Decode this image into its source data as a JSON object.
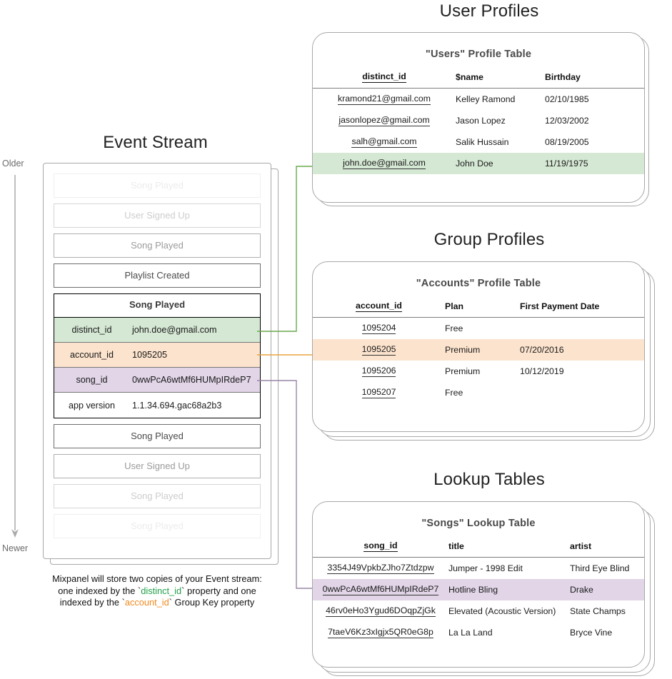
{
  "sections": {
    "event_stream_title": "Event Stream",
    "user_profiles_title": "User Profiles",
    "group_profiles_title": "Group Profiles",
    "lookup_tables_title": "Lookup Tables"
  },
  "timeline": {
    "older_label": "Older",
    "newer_label": "Newer"
  },
  "event_stream": {
    "events_above": [
      {
        "label": "Song Played",
        "fade": "ev-fade3"
      },
      {
        "label": "User Signed Up",
        "fade": "ev-fade2"
      },
      {
        "label": "Song Played",
        "fade": "ev-fade1"
      },
      {
        "label": "Playlist Created",
        "fade": ""
      }
    ],
    "expanded_event": {
      "title": "Song Played",
      "properties": [
        {
          "key": "distinct_id",
          "value": "john.doe@gmail.com",
          "color": "r-green"
        },
        {
          "key": "account_id",
          "value": "1095205",
          "color": "r-orange"
        },
        {
          "key": "song_id",
          "value": "0wwPcA6wtMf6HUMpIRdeP7",
          "color": "r-purple"
        },
        {
          "key": "app version",
          "value": "1.1.34.694.gac68a2b3",
          "color": "r-plain"
        }
      ]
    },
    "events_below": [
      {
        "label": "Song Played",
        "fade": ""
      },
      {
        "label": "User Signed Up",
        "fade": "ev-fade1"
      },
      {
        "label": "Song Played",
        "fade": "ev-fade2"
      },
      {
        "label": "Song Played",
        "fade": "ev-fade3"
      }
    ]
  },
  "caption": {
    "line1": "Mixpanel will store two copies of your Event stream:",
    "line2_a": "one indexed by the `",
    "line2_code": "distinct_id",
    "line2_b": "` property and one",
    "line3_a": "indexed by the `",
    "line3_code": "account_id",
    "line3_b": "` Group Key property"
  },
  "users_table": {
    "title": "\"Users\" Profile Table",
    "columns": [
      "distinct_id",
      "$name",
      "Birthday"
    ],
    "rows": [
      {
        "cells": [
          "kramond21@gmail.com",
          "Kelley Ramond",
          "02/10/1985"
        ],
        "highlight": ""
      },
      {
        "cells": [
          "jasonlopez@gmail.com",
          "Jason Lopez",
          "12/03/2002"
        ],
        "highlight": ""
      },
      {
        "cells": [
          "salh@gmail.com",
          "Salik Hussain",
          "08/19/2005"
        ],
        "highlight": ""
      },
      {
        "cells": [
          "john.doe@gmail.com",
          "John Doe",
          "11/19/1975"
        ],
        "highlight": "hl-green"
      }
    ]
  },
  "accounts_table": {
    "title": "\"Accounts\" Profile Table",
    "columns": [
      "account_id",
      "Plan",
      "First Payment Date"
    ],
    "rows": [
      {
        "cells": [
          "1095204",
          "Free",
          ""
        ],
        "highlight": ""
      },
      {
        "cells": [
          "1095205",
          "Premium",
          "07/20/2016"
        ],
        "highlight": "hl-orange"
      },
      {
        "cells": [
          "1095206",
          "Premium",
          "10/12/2019"
        ],
        "highlight": ""
      },
      {
        "cells": [
          "1095207",
          "Free",
          ""
        ],
        "highlight": ""
      }
    ]
  },
  "songs_table": {
    "title": "\"Songs\" Lookup Table",
    "columns": [
      "song_id",
      "title",
      "artist"
    ],
    "rows": [
      {
        "cells": [
          "3354J49VpkbZJho7Ztdzpw",
          "Jumper - 1998 Edit",
          "Third Eye Blind"
        ],
        "highlight": ""
      },
      {
        "cells": [
          "0wwPcA6wtMf6HUMpIRdeP7",
          "Hotline Bling",
          "Drake"
        ],
        "highlight": "hl-purple"
      },
      {
        "cells": [
          "46rv0eHo3Ygud6DOqpZjGk",
          "Elevated (Acoustic Version)",
          "State Champs"
        ],
        "highlight": ""
      },
      {
        "cells": [
          "7taeV6Kz3xIgjx5QR0eG8p",
          "La La Land",
          "Bryce Vine"
        ],
        "highlight": ""
      }
    ]
  },
  "colors": {
    "green": "#d5e8d4",
    "orange": "#fce3cd",
    "purple": "#e1d5e7",
    "green_line": "#6aa84f",
    "orange_line": "#e8a33d",
    "purple_line": "#9a86a8",
    "card_border": "#a8a8a8"
  }
}
